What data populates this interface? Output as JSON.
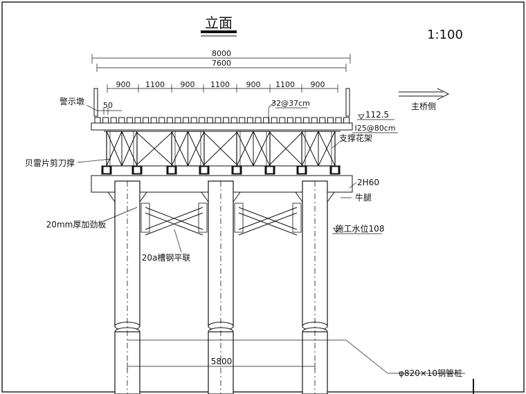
{
  "title": "立面",
  "scale": "1:100",
  "dims": {
    "top_overall": "8000",
    "top_inner": "7600",
    "spans": [
      "900",
      "1100",
      "900",
      "1100",
      "900",
      "1100",
      "900"
    ],
    "offset": "50",
    "pile_spacing": "5800"
  },
  "labels": {
    "warning_pier": "警示墩",
    "deck_beam": "32@37cm",
    "deck_level": "112.5",
    "i_beam": "I25@80cm",
    "bracing_frame": "支撑花架",
    "bailey_brace": "贝雷片剪刀撑",
    "cap_beam": "2H60",
    "bracket": "牛腿",
    "stiffener": "20mm厚加劲板",
    "water_level": "施工水位108",
    "channel_brace": "20a槽钢平联",
    "pile": "φ820×10钢管桩",
    "main_bridge_side": "主桥侧"
  }
}
